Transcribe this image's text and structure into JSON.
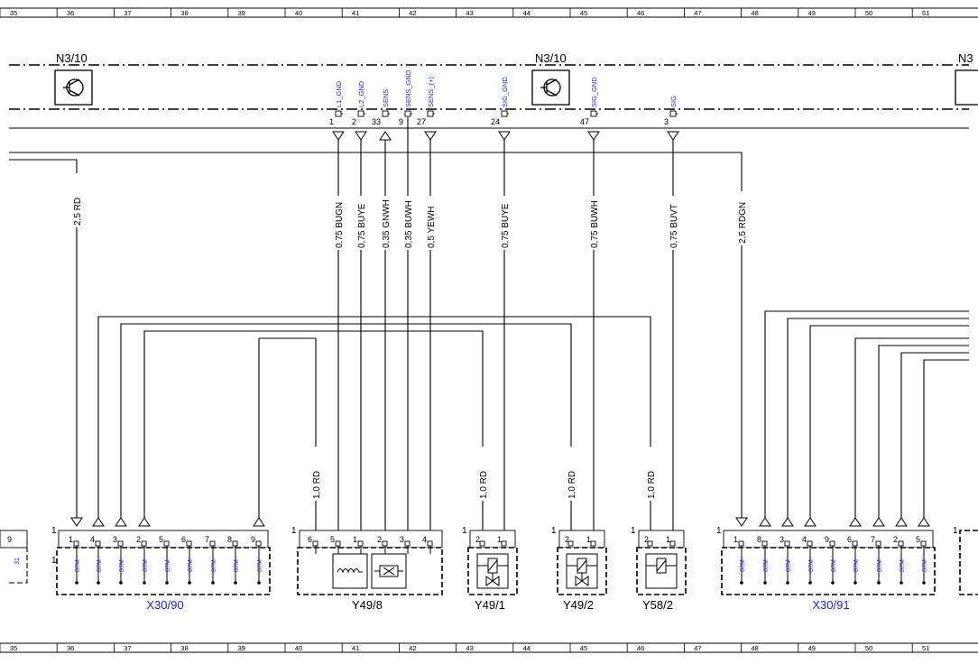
{
  "grid_columns": [
    "35",
    "36",
    "37",
    "38",
    "39",
    "40",
    "41",
    "42",
    "43",
    "44",
    "45",
    "46",
    "47",
    "48",
    "49",
    "50",
    "51"
  ],
  "modules": {
    "left": "N3/10",
    "right": "N3/10",
    "edge": "N3"
  },
  "pins": [
    {
      "signal": "L1_GND",
      "number": "1"
    },
    {
      "signal": "L2_GND",
      "number": "2"
    },
    {
      "signal": "SENS",
      "number": "33"
    },
    {
      "signal": "SENS_GND",
      "number": "9"
    },
    {
      "signal": "SENS_(+)",
      "number": "27"
    },
    {
      "signal": "SIG_GND",
      "number": "24"
    },
    {
      "signal": "SIG_GND",
      "number": "47"
    },
    {
      "signal": "SIG",
      "number": "3"
    }
  ],
  "wires": {
    "rd_left": "2,5 RD",
    "bugn": "0,75 BUGN",
    "buye1": "0,75 BUYE",
    "gnwh": "0,35 GNWH",
    "buwh1": "0,35 BUWH",
    "yewh": "0,5 YEWH",
    "buye2": "0,75 BUYE",
    "buwh2": "0,75 BUWH",
    "buvt": "0,75 BUVT",
    "rdgn": "2,5 RDGN",
    "rd1": "1,0 RD",
    "rd2": "1,0 RD",
    "rd3": "1,0 RD",
    "rd4": "1,0 RD"
  },
  "connectors": {
    "x3090": {
      "label": "X30/90",
      "pins": [
        "1",
        "4",
        "3",
        "2",
        "5",
        "6",
        "7",
        "8",
        "9"
      ],
      "terminal": "87M",
      "row_mark": "1",
      "edge_mark": "1"
    },
    "y498": {
      "label": "Y49/8",
      "pins": [
        "6",
        "5",
        "1",
        "2",
        "3",
        "4"
      ],
      "edge_mark": "1"
    },
    "y491": {
      "label": "Y49/1",
      "pins": [
        "2",
        "1"
      ],
      "edge_mark": "1"
    },
    "y492": {
      "label": "Y49/2",
      "pins": [
        "2",
        "1"
      ],
      "edge_mark": "1"
    },
    "y582": {
      "label": "Y58/2",
      "pins": [
        "2",
        "1"
      ],
      "edge_mark": "1"
    },
    "x3091": {
      "label": "X30/91",
      "pins": [
        "1",
        "8",
        "3",
        "4",
        "9",
        "6",
        "7",
        "2",
        "5"
      ],
      "terminal": "87M",
      "edge_mark": "1"
    },
    "left_partial": {
      "pin": "9",
      "terminal": "31"
    },
    "right_partial": {
      "edge_mark": "1"
    }
  }
}
